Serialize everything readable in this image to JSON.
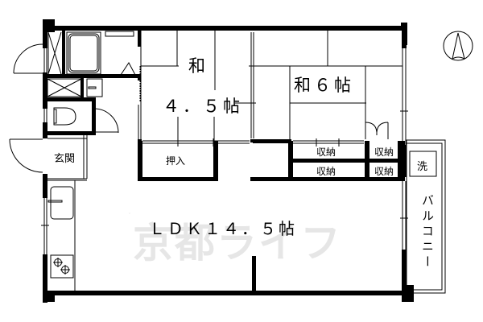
{
  "floor_plan": {
    "watermark": "京都ライフ",
    "rooms": {
      "washitsu_small": {
        "name": "和",
        "size": "4.5帖",
        "size_display": "４．５帖"
      },
      "washitsu_large": {
        "name": "和",
        "size": "6帖",
        "label_display": "和６帖"
      },
      "ldk": {
        "name": "LDK",
        "size": "14.5帖",
        "label_display": "ＬＤＫ１４．５帖"
      },
      "oshiire": {
        "label": "押入"
      },
      "storage": [
        {
          "label": "収納"
        },
        {
          "label": "収納"
        },
        {
          "label": "収納"
        },
        {
          "label": "収納"
        }
      ],
      "entrance": {
        "label": "玄関"
      },
      "balcony": {
        "label": "バルコニー"
      },
      "washer": {
        "label": "洗"
      }
    },
    "icons": {
      "compass": "north-arrow",
      "bathtub": "bathtub",
      "toilet": "toilet",
      "stove": "gas-stove-two-burner",
      "sink": "kitchen-sink"
    },
    "colors": {
      "wall": "#000000",
      "background": "#ffffff",
      "watermark": "#e6e6e6"
    }
  }
}
